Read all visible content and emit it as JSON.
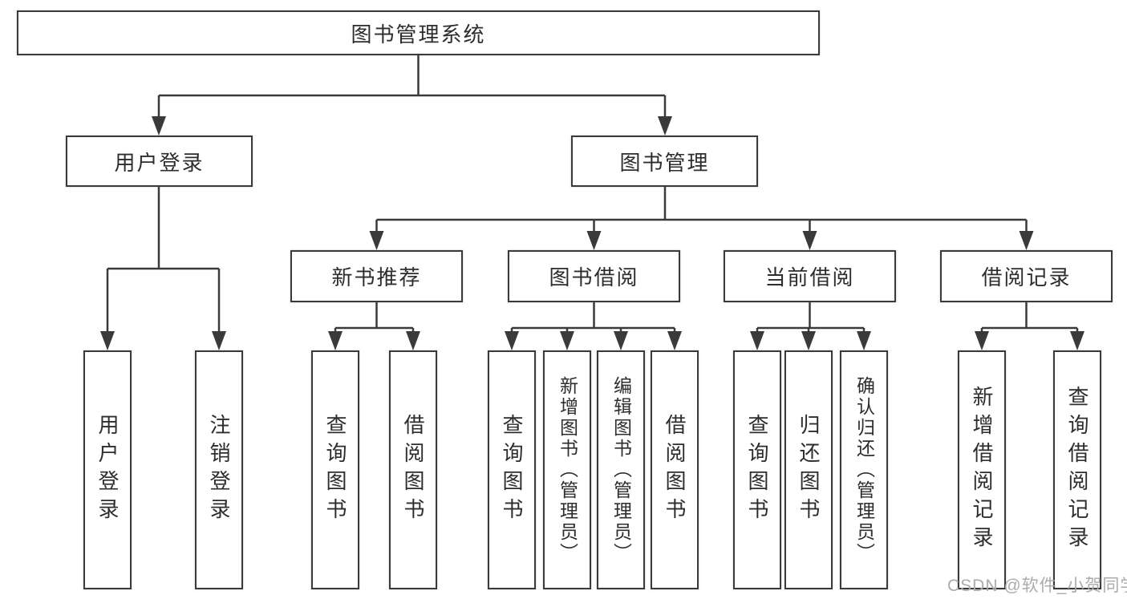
{
  "colors": {
    "line": "#3a3a3a",
    "text": "#2d2d2d",
    "background": "#ffffff",
    "watermark_text_color": "#ababab"
  },
  "watermark": "CSDN @软件_小贺同学",
  "tree": {
    "root": {
      "label": "图书管理系统"
    },
    "level2": [
      {
        "label": "用户登录"
      },
      {
        "label": "图书管理"
      }
    ],
    "level3": [
      {
        "label": "新书推荐",
        "parent": "图书管理"
      },
      {
        "label": "图书借阅",
        "parent": "图书管理"
      },
      {
        "label": "当前借阅",
        "parent": "图书管理"
      },
      {
        "label": "借阅记录",
        "parent": "图书管理"
      }
    ],
    "leaves": [
      {
        "label": "用户登录",
        "parent": "用户登录"
      },
      {
        "label": "注销登录",
        "parent": "用户登录"
      },
      {
        "label": "查询图书",
        "parent": "新书推荐"
      },
      {
        "label": "借阅图书",
        "parent": "新书推荐"
      },
      {
        "label": "查询图书",
        "parent": "图书借阅"
      },
      {
        "label": "新增图书（管理员）",
        "parent": "图书借阅"
      },
      {
        "label": "编辑图书（管理员）",
        "parent": "图书借阅"
      },
      {
        "label": "借阅图书",
        "parent": "图书借阅"
      },
      {
        "label": "查询图书",
        "parent": "当前借阅"
      },
      {
        "label": "归还图书",
        "parent": "当前借阅"
      },
      {
        "label": "确认归还（管理员）",
        "parent": "当前借阅"
      },
      {
        "label": "新增借阅记录",
        "parent": "借阅记录"
      },
      {
        "label": "查询借阅记录",
        "parent": "借阅记录"
      }
    ]
  }
}
